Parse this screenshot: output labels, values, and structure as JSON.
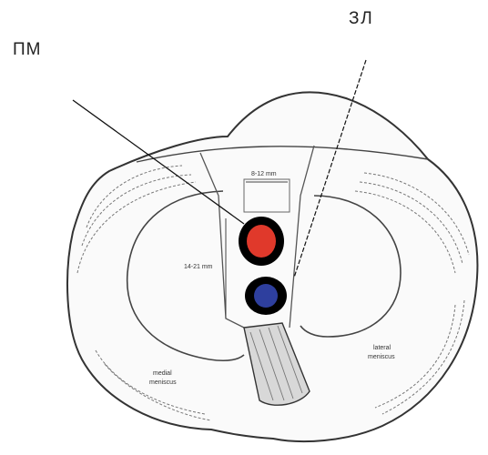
{
  "labels": {
    "pm": "ПМ",
    "zl": "ЗЛ"
  },
  "dimensions": {
    "width": "8-12 mm",
    "height": "14-21 mm"
  },
  "regions": {
    "medial_line1": "medial",
    "medial_line2": "meniscus",
    "lateral_line1": "lateral",
    "lateral_line2": "meniscus"
  },
  "markers": {
    "pm_color": "#e0392b",
    "zl_color": "#2e3f9e",
    "ring_color": "#000000"
  }
}
